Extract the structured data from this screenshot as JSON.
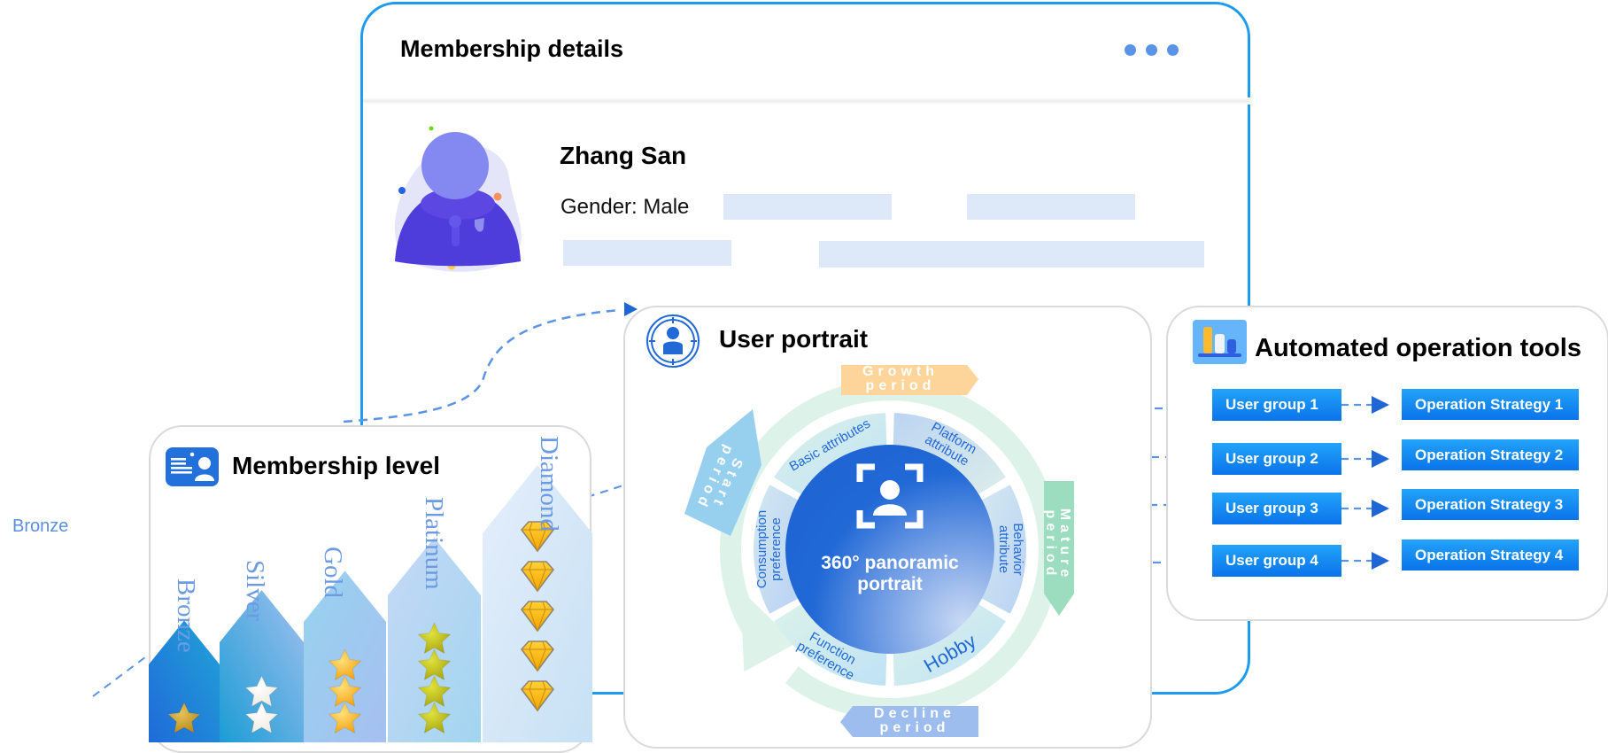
{
  "main": {
    "title": "Membership details",
    "more_menu_icon": "three-dots-icon",
    "member": {
      "name": "Zhang San",
      "gender_text": "Gender: Male",
      "avatar_icon": "user-avatar-illustration"
    }
  },
  "side_label": "Bronze",
  "membership_level": {
    "title": "Membership level",
    "icon": "member-card-icon",
    "levels": [
      {
        "name": "Bronze",
        "badge_count": 1,
        "badge": "bronze-star"
      },
      {
        "name": "Silver",
        "badge_count": 2,
        "badge": "silver-star"
      },
      {
        "name": "Gold",
        "badge_count": 3,
        "badge": "gold-star"
      },
      {
        "name": "Platinum",
        "badge_count": 4,
        "badge": "platinum-star"
      },
      {
        "name": "Diamond",
        "badge_count": 5,
        "badge": "diamond"
      }
    ]
  },
  "user_portrait": {
    "title": "User portrait",
    "icon": "target-user-icon",
    "center": {
      "line1": "360° panoramic",
      "line2": "portrait",
      "icon": "scan-user-icon"
    },
    "segments": [
      {
        "label": [
          "Basic attributes"
        ]
      },
      {
        "label": [
          "Platform",
          "attribute"
        ]
      },
      {
        "label": [
          "Behavior",
          "attribute"
        ]
      },
      {
        "label": [
          "Hobby"
        ]
      },
      {
        "label": [
          "Function",
          "preference"
        ]
      },
      {
        "label": [
          "Consumption",
          "preference"
        ]
      }
    ],
    "periods": {
      "growth": [
        "Growth",
        "period"
      ],
      "mature": [
        "Mature",
        "period"
      ],
      "decline": [
        "Decline",
        "period"
      ],
      "start": [
        "Start",
        "period"
      ]
    },
    "colors": {
      "growth": "#FDD59A",
      "mature": "#9BDDBE",
      "decline": "#9DBDEE",
      "start": "#97D0EE",
      "core": "#2169D6",
      "ring": "#DDF3EA"
    }
  },
  "automated_tools": {
    "title": "Automated operation tools",
    "icon": "bar-chart-icon",
    "rows": [
      {
        "group": "User group 1",
        "strategy": "Operation Strategy 1"
      },
      {
        "group": "User group 2",
        "strategy": "Operation Strategy 2"
      },
      {
        "group": "User group 3",
        "strategy": "Operation Strategy 3"
      },
      {
        "group": "User group 4",
        "strategy": "Operation Strategy 4"
      }
    ]
  },
  "accent_colors": {
    "primary_border": "#1E9BF0",
    "button": "#0A73EA",
    "dashed": "#5B94E6"
  }
}
